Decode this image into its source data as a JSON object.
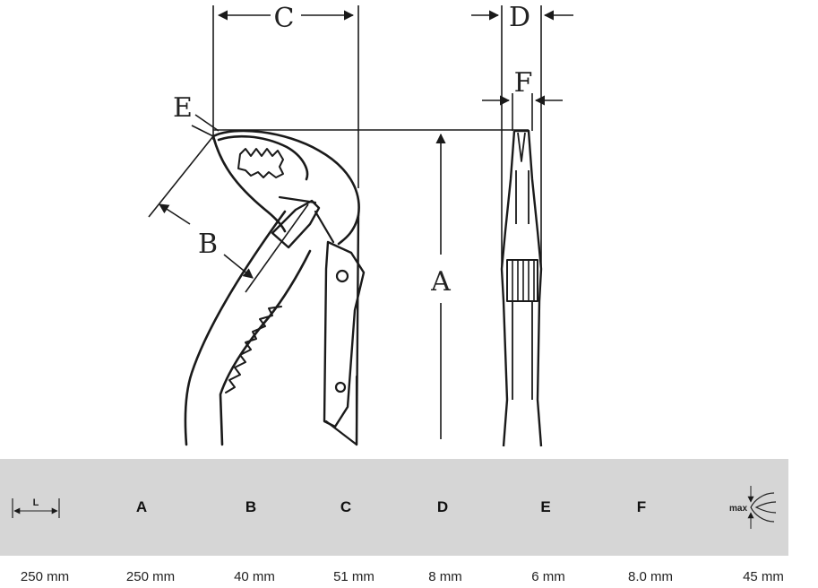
{
  "diagram_labels": {
    "A": "A",
    "B": "B",
    "C": "C",
    "D": "D",
    "E": "E",
    "F": "F"
  },
  "spec_table": {
    "headers": [
      "",
      "A",
      "B",
      "C",
      "D",
      "E",
      "F",
      ""
    ],
    "header_icons": [
      "length-icon",
      "",
      "",
      "",
      "",
      "",
      "",
      "max-jaw-opening-icon"
    ],
    "icon_text": {
      "length": "L",
      "max": "max"
    },
    "values": [
      "250 mm",
      "250 mm",
      "40 mm",
      "51 mm",
      "8 mm",
      "6 mm",
      "8.0 mm",
      "45 mm"
    ]
  },
  "colors": {
    "header_background": "#d6d6d6",
    "line": "#1a1a1a"
  }
}
